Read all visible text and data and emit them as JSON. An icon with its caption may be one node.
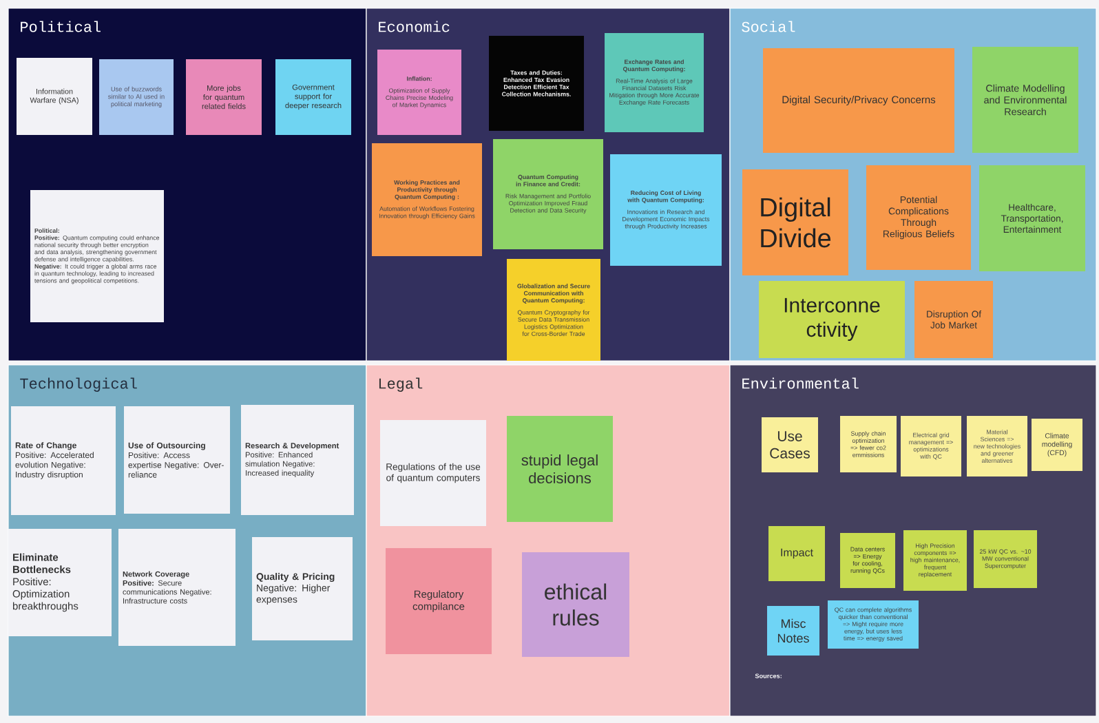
{
  "diagram": {
    "nodes": [
      {
        "text": [
          "Political"
        ]
      },
      {
        "text": [
          "Information Warfare (NSA)"
        ],
        "in": 0
      },
      {
        "text": [
          "Use of buzzwords similar to AI used in political marketing"
        ],
        "in": 0
      },
      {
        "text": [
          "More jobs for quantum related fields"
        ],
        "in": 0
      },
      {
        "text": [
          "Government support for deeper research"
        ],
        "in": 0
      },
      {
        "text": [
          "Political:",
          "**Positive:** Quantum computing could enhance national security through better encryption and data analysis, strengthening government defense and intelligence capabilities.",
          "**Negative:** It could trigger a global arms race in quantum technology, leading to increased tensions and geopolitical competitions."
        ],
        "in": 0
      },
      {
        "text": [
          "Economic"
        ]
      },
      {
        "text": [
          "Inflation:",
          "Optimization of Supply Chains Precise Modeling of Market Dynamics"
        ],
        "in": 6
      },
      {
        "text": [
          "Taxes and Duties: Enhanced Tax Evasion Detection Efficient Tax Collection Mechanisms."
        ],
        "in": 6
      },
      {
        "text": [
          "Exchange Rates and Quantum Computing:",
          "Real-Time Analysis of Large Financial Datasets Risk Mitigation through More Accurate Exchange Rate Forecasts"
        ],
        "in": 6
      },
      {
        "text": [
          "Working Practices and Productivity through Quantum Computing :",
          "Automation of Workflows Fostering Innovation through Efficiency Gains"
        ],
        "in": 6
      },
      {
        "text": [
          "Quantum Computing in Finance and Credit:",
          "Risk Management and Portfolio Optimization Improved Fraud Detection and Data Security"
        ],
        "in": 6
      },
      {
        "text": [
          "Reducing Cost of Living with Quantum Computing:",
          "Innovations in Research and Development Economic Impacts through Productivity Increases"
        ],
        "in": 6
      },
      {
        "text": [
          "Globalization and Secure Communication with Quantum Computing:",
          "Quantum Cryptography for Secure Data Transmission Logistics Optimization for Cross-Border Trade"
        ],
        "in": 6
      },
      {
        "text": [
          "Social"
        ]
      },
      {
        "text": [
          "Digital Security/Privacy Concerns"
        ],
        "in": 14
      },
      {
        "text": [
          "Climate Modelling and Environmental Research"
        ],
        "in": 14
      },
      {
        "text": [
          "Digital Divide"
        ],
        "in": 14
      },
      {
        "text": [
          "Potential Complications Through Religious Beliefs"
        ],
        "in": 14
      },
      {
        "text": [
          "Healthcare, Transportation, Entertainment"
        ],
        "in": 14
      },
      {
        "text": [
          "Interconne ctivity"
        ],
        "in": 14
      },
      {
        "text": [
          "Disruption Of Job Market"
        ],
        "in": 14
      },
      {
        "text": [
          "Technological"
        ]
      },
      {
        "text": [
          "Rate of Change",
          "Positive: Accelerated evolution Negative: Industry disruption"
        ],
        "in": 22
      },
      {
        "text": [
          "Use of Outsourcing",
          "Positive: Access expertise Negative: Over-reliance"
        ],
        "in": 22
      },
      {
        "text": [
          "Research & Development",
          "Positive: Enhanced simulation Negative: Increased inequality"
        ],
        "in": 22
      },
      {
        "text": [
          "Eliminate Bottlenecks",
          "Positive: Optimization breakthroughs"
        ],
        "in": 22
      },
      {
        "text": [
          "Network Coverage",
          "**Positive:** Secure communications Negative: Infrastructure costs"
        ],
        "in": 22
      },
      {
        "text": [
          "Quality & Pricing",
          "Negative: Higher expenses"
        ],
        "in": 22
      },
      {
        "text": [
          "Legal"
        ]
      },
      {
        "text": [
          "Regulations of the use of quantum computers"
        ],
        "in": 29
      },
      {
        "text": [
          "stupid legal decisions"
        ],
        "in": 29
      },
      {
        "text": [
          "Regulatory compilance"
        ],
        "in": 29
      },
      {
        "text": [
          "ethical rules"
        ],
        "in": 29
      },
      {
        "text": [
          "Environmental"
        ]
      },
      {
        "text": [
          "Use Cases"
        ],
        "in": 34
      },
      {
        "text": [
          "Supply chain optimization => fewer co2 emmissions"
        ],
        "in": 34
      },
      {
        "text": [
          "Electrical grid management => optimizations with QC"
        ],
        "in": 34
      },
      {
        "text": [
          "Material Sciences => new technologies and greener alternatives"
        ],
        "in": 34
      },
      {
        "text": [
          "Climate modelling (CFD)"
        ],
        "in": 34
      },
      {
        "text": [
          "Impact"
        ],
        "in": 34
      },
      {
        "text": [
          "Data centers => Energy for cooling, running QCs"
        ],
        "in": 34
      },
      {
        "text": [
          "High Precision components => high maintenance, frequent replacement"
        ],
        "in": 34
      },
      {
        "text": [
          "25 kW QC vs. ~10 MW conventional Supercomputer"
        ],
        "in": 34
      },
      {
        "text": [
          "Misc Notes"
        ],
        "in": 34
      },
      {
        "text": [
          "QC can complete algorithms quicker than conventional => Might require more energy, but uses less time => energy saved"
        ],
        "in": 34
      }
    ],
    "labels": [
      "Sources:"
    ]
  }
}
